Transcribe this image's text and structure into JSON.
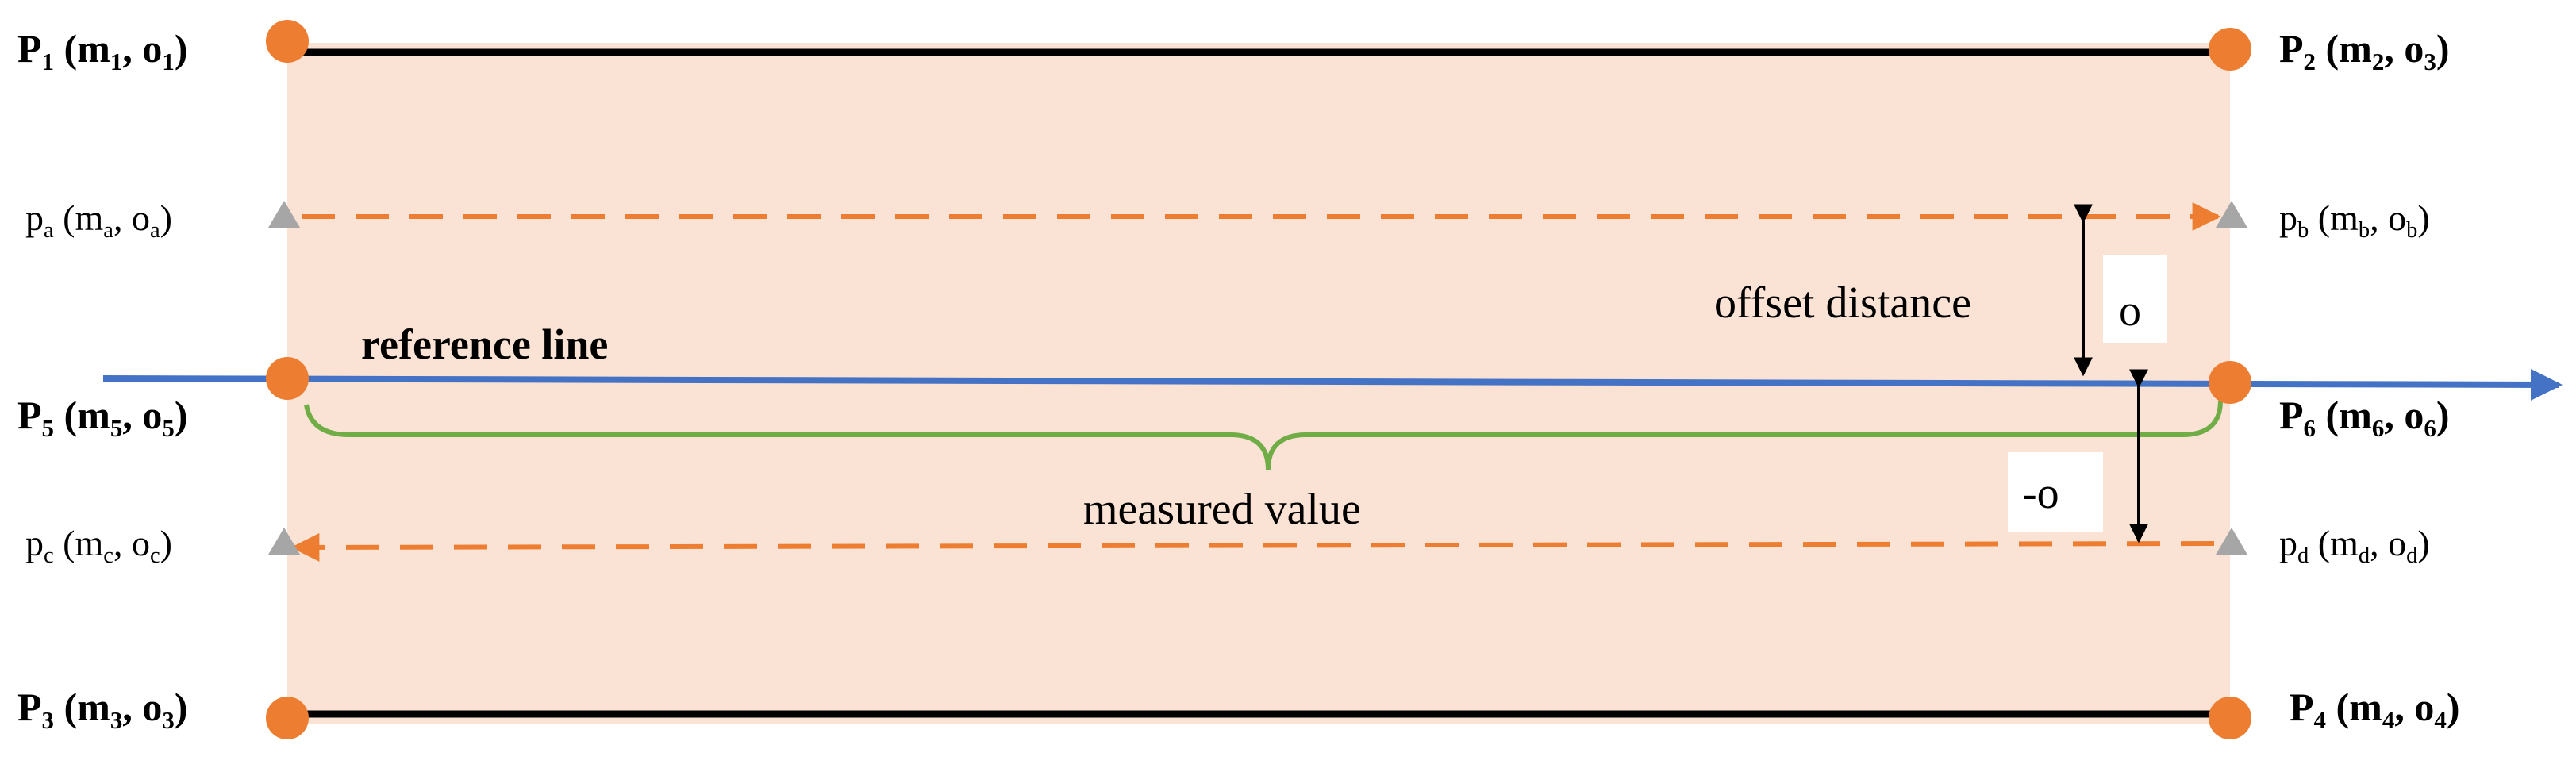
{
  "points": {
    "p1": {
      "name": "P",
      "idx": "1",
      "a": "m",
      "ai": "1",
      "b": "o",
      "bi": "1"
    },
    "p2": {
      "name": "P",
      "idx": "2",
      "a": "m",
      "ai": "2",
      "b": "o",
      "bi": "3"
    },
    "p3": {
      "name": "P",
      "idx": "3",
      "a": "m",
      "ai": "3",
      "b": "o",
      "bi": "3"
    },
    "p4": {
      "name": "P",
      "idx": "4",
      "a": "m",
      "ai": "4",
      "b": "o",
      "bi": "4"
    },
    "p5": {
      "name": "P",
      "idx": "5",
      "a": "m",
      "ai": "5",
      "b": "o",
      "bi": "5"
    },
    "p6": {
      "name": "P",
      "idx": "6",
      "a": "m",
      "ai": "6",
      "b": "o",
      "bi": "6"
    },
    "pa": {
      "name": "p",
      "idx": "a",
      "a": "m",
      "ai": "a",
      "b": "o",
      "bi": "a"
    },
    "pb": {
      "name": "p",
      "idx": "b",
      "a": "m",
      "ai": "b",
      "b": "o",
      "bi": "b"
    },
    "pc": {
      "name": "p",
      "idx": "c",
      "a": "m",
      "ai": "c",
      "b": "o",
      "bi": "c"
    },
    "pd": {
      "name": "p",
      "idx": "d",
      "a": "m",
      "ai": "d",
      "b": "o",
      "bi": "d"
    }
  },
  "labels": {
    "reference_line": "reference line",
    "offset_distance": "offset distance",
    "offset_pos": "o",
    "offset_neg": "-o",
    "measured_value": "measured value"
  },
  "colors": {
    "region_fill": "#fae3d5",
    "black_line": "#000000",
    "reference_line": "#4472c4",
    "dashed_arrow": "#ed7d31",
    "point_marker": "#ed7d31",
    "triangle_marker": "#a6a6a6",
    "brace": "#70ad47"
  }
}
